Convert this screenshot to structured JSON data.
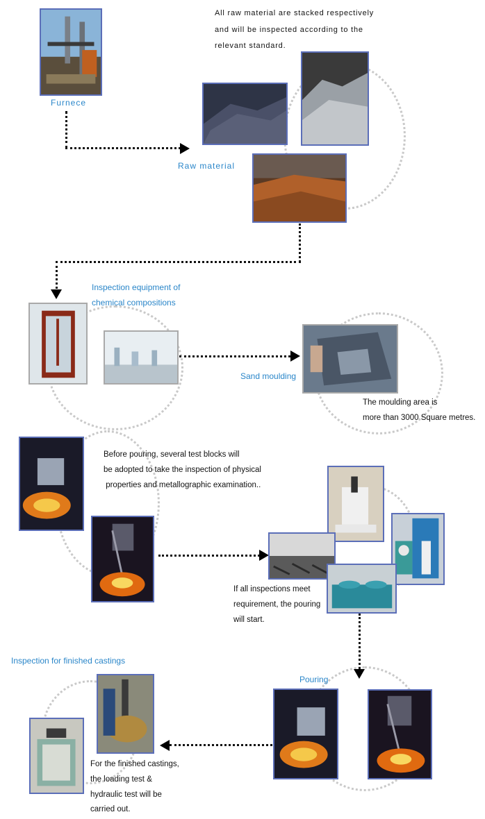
{
  "labels": {
    "furnace": "Furnece",
    "raw_material": "Raw material",
    "inspection_equipment": [
      "Inspection equipment of",
      "chemical compositions"
    ],
    "sand_moulding": "Sand moulding",
    "pouring": "Pouring",
    "inspection_finished": "Inspection for finished castings"
  },
  "texts": {
    "raw_material_note": [
      "All raw material are stacked respectively",
      "and will be inspected according to the",
      "relevant standard."
    ],
    "moulding_area": [
      "The moulding area is",
      "more than 3000 Square metres."
    ],
    "test_blocks": [
      "Before pouring, several test blocks will",
      "be adopted to take the inspection of physical",
      " properties and metallographic examination.."
    ],
    "inspections_meet": [
      "If all inspections meet",
      "requirement, the pouring",
      "will start."
    ],
    "finished_castings": [
      "For the finished castings,",
      "the loading test &",
      "hydraulic test will be",
      "carried out."
    ]
  },
  "photos": {
    "furnace": "furnace plant",
    "raw_ingots": "stacked ingots",
    "raw_scrap": "scrap pile",
    "raw_rust": "rusty blocks",
    "spectrometer": "spectrometer cabinet",
    "lab_bench": "laboratory glassware",
    "sand_mould": "sand mould",
    "ladle_1": "pouring ladle",
    "sparks_1": "molten metal sparks",
    "microscope": "microscope",
    "test_bars": "test bars",
    "tester": "testing machine",
    "bench_tester": "bench tester",
    "pour_ladle": "pouring ladle",
    "pour_sparks": "molten metal sparks",
    "frame_tester": "loading frame",
    "hydraulic": "hydraulic test"
  },
  "colors": {
    "label_blue": "#2a86c9",
    "photo_border": "#5b6eb8",
    "ring": "#c9c9c9"
  }
}
